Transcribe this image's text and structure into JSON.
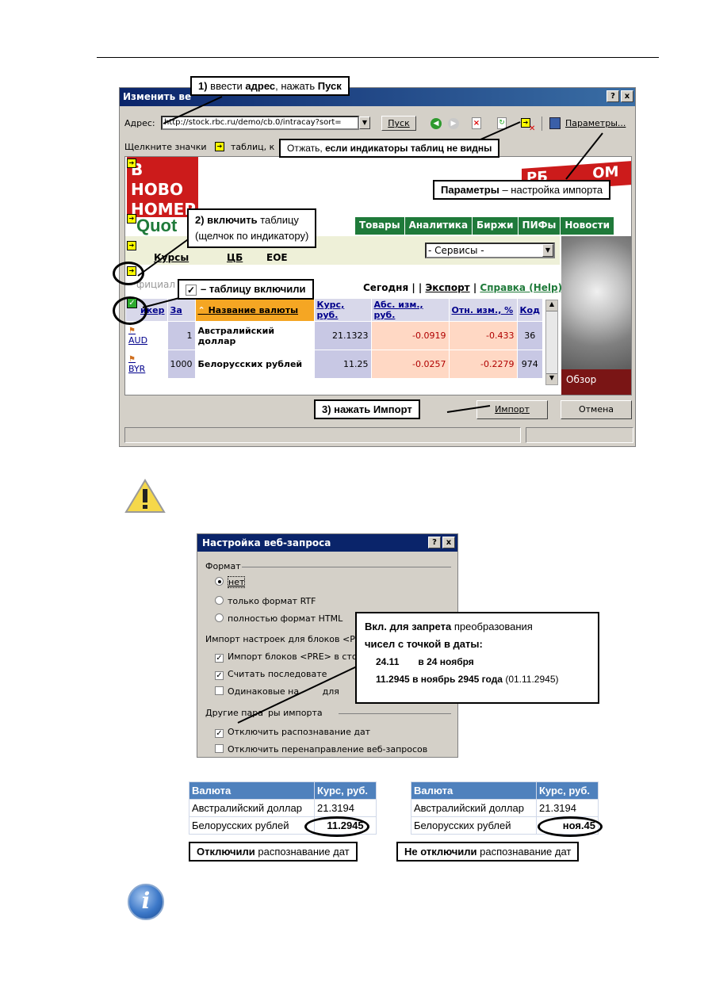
{
  "dialog": {
    "title": "Изменить ве",
    "help_btn": "?",
    "close_btn": "x",
    "address_label": "Адрес:",
    "address_value": "http://stock.rbc.ru/demo/cb.0/intracay?sort=",
    "go_button": "Пуск",
    "params_button": "Параметры...",
    "hint_text": "Щелкните значки",
    "hint_text2": "таблиц, к",
    "import_button": "Импорт",
    "cancel_button": "Отмена"
  },
  "webpage": {
    "banner_line1": "В НОВО",
    "banner_line2": "НОМЕР",
    "banner_right": "РБ",
    "banner_right2": "ОМ",
    "logo": "Quot",
    "nav": [
      "Товары",
      "Аналитика",
      "Биржи",
      "ПИФы",
      "Новости"
    ],
    "crumb": "Курсы",
    "crumb2": "ЦБ",
    "crumb3": "ЕОЕ",
    "services_select": "- Сервисы -",
    "official_label": "фициал",
    "links_today": "Сегодня",
    "links_sep": "| |",
    "links_export": "Экспорт",
    "links_sep2": "|",
    "links_help": "Справка (Help)",
    "ad_text": "Обзор",
    "table_headers": [
      "икер",
      "За",
      "Название валюты",
      "Курс, руб.",
      "Абс. изм., руб.",
      "Отн. изм., %",
      "Код"
    ],
    "rows": [
      {
        "ticker": "AUD",
        "nominal": "1",
        "name": "Австралийский доллар",
        "rate": "21.1323",
        "abs": "-0.0919",
        "rel": "-0.433",
        "code": "36"
      },
      {
        "ticker": "BYR",
        "nominal": "1000",
        "name": "Белорусских рублей",
        "rate": "11.25",
        "abs": "-0.0257",
        "rel": "-0.2279",
        "code": "974"
      }
    ]
  },
  "callouts": {
    "c1_bold1": "1)",
    "c1_text1": " ввести ",
    "c1_bold2": "адрес",
    "c1_text2": ", нажать ",
    "c1_bold3": "Пуск",
    "c_uncheck_text": "Отжать, ",
    "c_uncheck_bold": "если индикаторы таблиц не видны",
    "c_params_bold": "Параметры",
    "c_params_text": " – настройка импорта",
    "c2_bold": "2) включить",
    "c2_text": " таблицу",
    "c2_line2": "(щелчок по индикатору)",
    "c_on_text": "– таблицу включили",
    "c3_bold": "3) нажать Импорт"
  },
  "settings": {
    "title": "Настройка веб-запроса",
    "help_btn": "?",
    "close_btn": "x",
    "format_group": "Формат",
    "format_none": "нет",
    "format_rtf": "только формат RTF",
    "format_html": "полностью формат HTML",
    "pre_group": "Импорт настроек для блоков <PR",
    "pre_import": "Импорт блоков <PRE> в сто",
    "consecutive": "Считать последовате",
    "same": "Одинаковые на",
    "same2": "для",
    "other_group": "Другие пара",
    "other_group2": "ры импорта",
    "disable_dates": "Отключить распознавание дат",
    "disable_redirect": "Отключить перенаправление веб-запросов"
  },
  "dates_callout": {
    "line1_bold": "Вкл. для запрета",
    "line1_text": " преобразования",
    "line2_bold": "чисел с точкой в даты:",
    "ex1_a": "24.11",
    "ex1_b": "в 24 ноября",
    "ex2_a": "11.2945",
    "ex2_b": "в ноябрь 2945 года",
    "ex2_c": "(01.11.2945)"
  },
  "results": {
    "header_currency": "Валюта",
    "header_rate": "Курс, руб.",
    "row1_name": "Австралийский доллар",
    "row1_rate": "21.3194",
    "row2_name": "Белорусских рублей",
    "left_row2_rate": "11.2945",
    "right_row2_rate": "ноя.45",
    "left_caption_bold": "Отключили",
    "left_caption_text": " распознавание дат",
    "right_caption_bold": "Не отключили",
    "right_caption_text": " распознавание дат"
  },
  "colors": {
    "title_bar": "#0a246a",
    "dialog_face": "#d4d0c8",
    "nav_green": "#1f7a3a",
    "banner_red": "#cc1b1b",
    "table_header_blue": "#4f81bd",
    "link_orange": "#f5a623"
  },
  "icons": [
    "warning-icon",
    "info-icon",
    "go-icon",
    "back-icon",
    "forward-icon",
    "stop-icon",
    "refresh-icon",
    "toggle-indicators-icon",
    "options-icon",
    "table-indicator-icon"
  ]
}
